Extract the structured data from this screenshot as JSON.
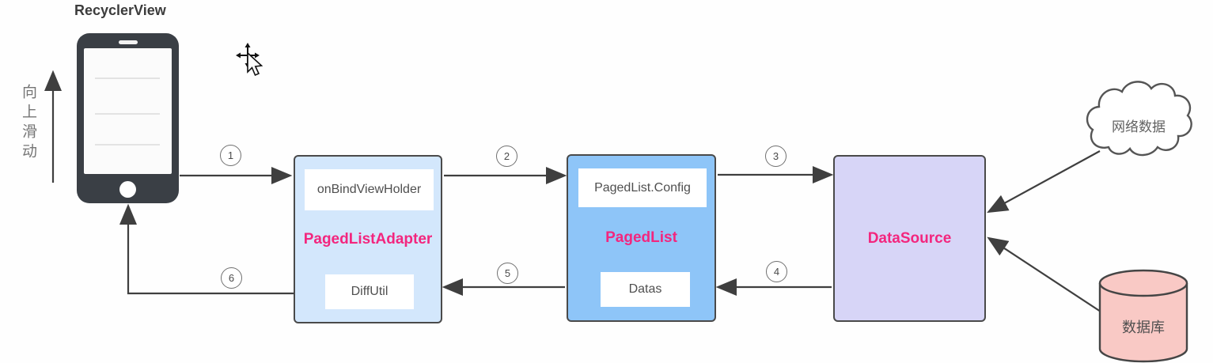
{
  "title": "RecyclerView",
  "swipe_label": "向上滑动",
  "nodes": {
    "adapter": {
      "label": "PagedListAdapter",
      "sub_top": "onBindViewHolder",
      "sub_bottom": "DiffUtil"
    },
    "paged_list": {
      "label": "PagedList",
      "sub_top": "PagedList.Config",
      "sub_bottom": "Datas"
    },
    "data_source": {
      "label": "DataSource"
    },
    "network": {
      "label": "网络数据"
    },
    "database": {
      "label": "数据库"
    }
  },
  "steps": [
    "1",
    "2",
    "3",
    "4",
    "5",
    "6"
  ],
  "icons": {
    "phone": "phone-icon",
    "cursor": "move-cursor-icon",
    "up_arrow": "up-arrow-icon",
    "cloud": "cloud-shape",
    "cylinder": "database-cylinder"
  },
  "colors": {
    "accent_text": "#f3267e",
    "adapter_fill": "#d3e7fc",
    "paged_list_fill": "#8ec5f8",
    "data_source_fill": "#d7d5f7",
    "database_fill": "#f9c9c5",
    "cloud_fill": "#ffffff",
    "stroke": "#3f3f3f"
  }
}
